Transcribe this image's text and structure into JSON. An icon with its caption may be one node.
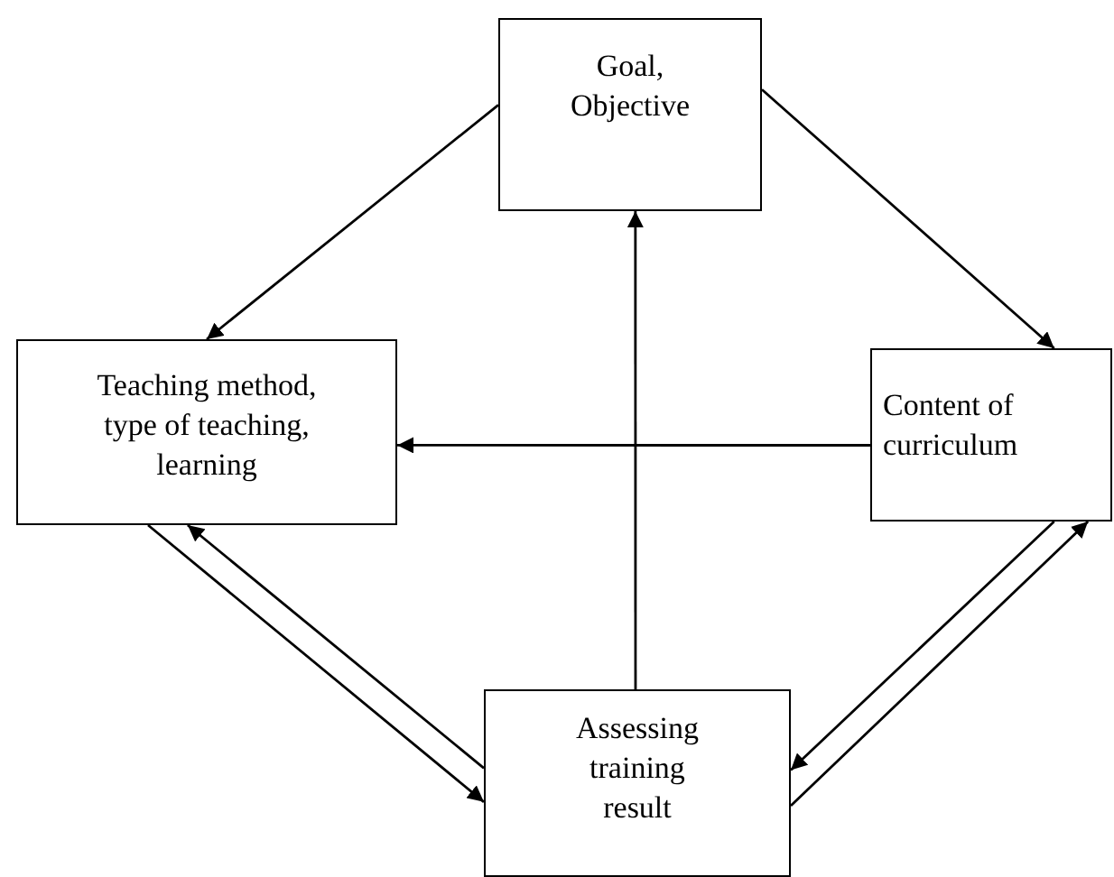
{
  "diagram": {
    "nodes": [
      {
        "text": [
          "Goal, Objective"
        ]
      },
      {
        "text": [
          "Teaching method, type of teaching, learning"
        ]
      },
      {
        "text": [
          "Content of curriculum"
        ]
      },
      {
        "text": [
          "Assessing training result"
        ]
      }
    ],
    "edges": [
      {
        "from": 0,
        "to": 1,
        "arrow": "to"
      },
      {
        "from": 0,
        "to": 2,
        "arrow": "to"
      },
      {
        "from": 2,
        "to": 1,
        "arrow": "to"
      },
      {
        "from": 3,
        "to": 0,
        "arrow": "to"
      },
      {
        "from": 1,
        "to": 3,
        "arrow": "to"
      },
      {
        "from": 3,
        "to": 1,
        "arrow": "to"
      },
      {
        "from": 2,
        "to": 3,
        "arrow": "to"
      },
      {
        "from": 3,
        "to": 2,
        "arrow": "to"
      }
    ]
  }
}
